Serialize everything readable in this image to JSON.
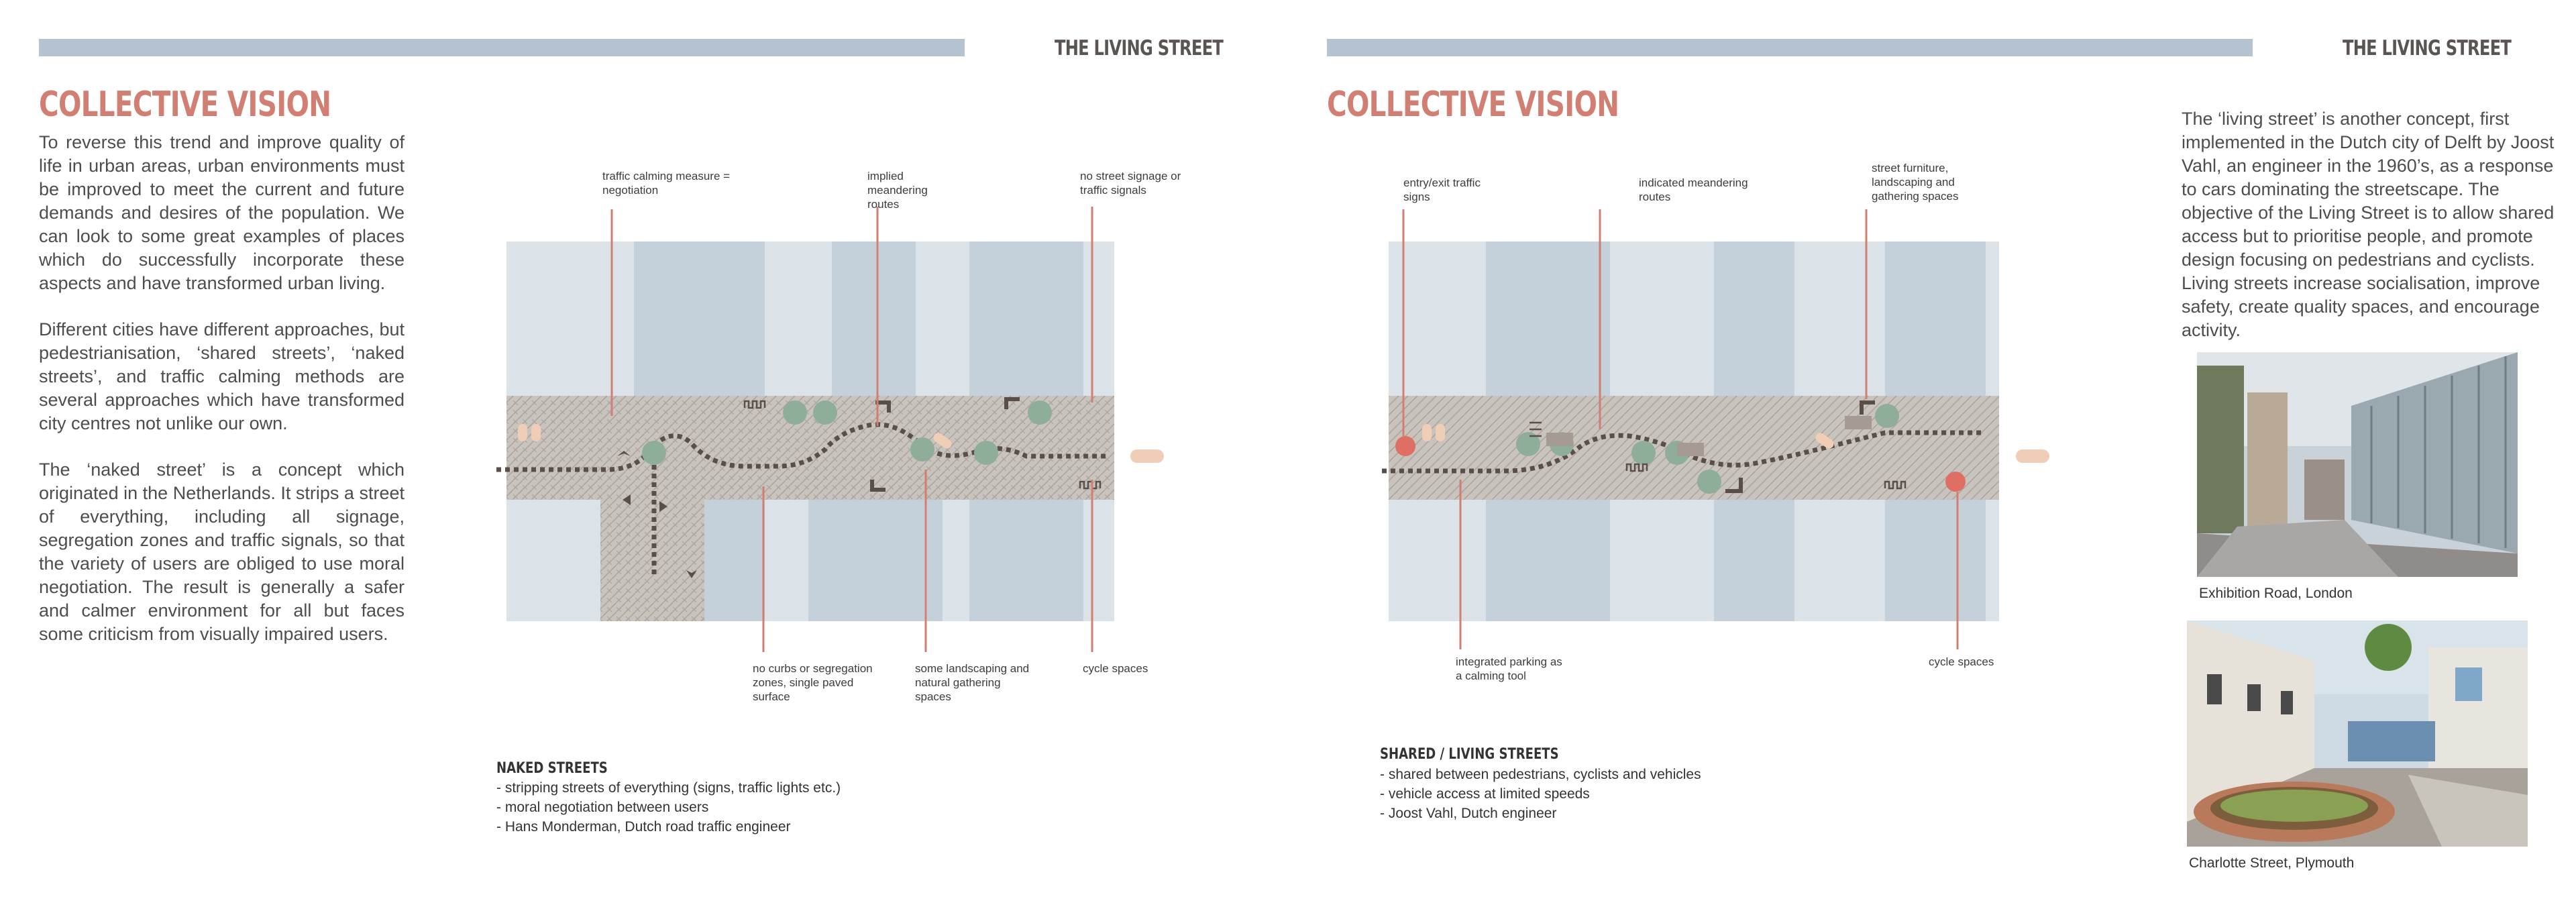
{
  "left_page": {
    "header": "THE LIVING STREET",
    "title": "COLLECTIVE VISION",
    "paragraphs": [
      "To reverse this trend and improve quality of life in urban areas, urban environments must be improved to meet the current and future demands and desires of the population. We can look to some great examples of places which do successfully incorporate these aspects and have transformed urban living.",
      "Different cities have different approaches, but pedestrianisation, ‘shared streets’, ‘naked streets’, and traffic calming methods are several approaches which have transformed city centres not unlike our own.",
      "The ‘naked street’ is a concept which originated in the Netherlands. It strips a street of everything, including all signage, segregation zones and traffic signals, so that the variety of users are obliged to use moral negotiation. The result is generally a safer and calmer environment for all but faces some criticism from visually impaired users."
    ],
    "diagram_labels": {
      "top_1": "traffic calming measure = negotiation",
      "top_2": "implied meandering routes",
      "top_3": "no street signage or traffic signals",
      "bottom_1": "no curbs or segregation zones, single paved surface",
      "bottom_2": "some landscaping and natural gathering spaces",
      "bottom_3": "cycle spaces"
    },
    "note_title": "NAKED STREETS",
    "note_items": [
      "- stripping streets of everything (signs, traffic lights etc.)",
      "- moral negotiation between users",
      "- Hans Monderman, Dutch road traffic engineer"
    ]
  },
  "right_page": {
    "header": "THE LIVING STREET",
    "title": "COLLECTIVE VISION",
    "paragraph": "The ‘living street’ is another concept, first implemented in the Dutch city of Delft by Joost Vahl, an engineer in the 1960’s, as a response to cars dominating the streetscape. The objective of the Living Street is to allow shared access but to prioritise people, and promote design focusing on pedestrians and cyclists. Living streets increase socialisation, improve safety, create quality spaces, and encourage activity.",
    "diagram_labels": {
      "top_1": "entry/exit traffic signs",
      "top_2": "indicated meandering routes",
      "top_3": "street furniture, landscaping and gathering spaces",
      "bottom_1": "integrated parking as a calming tool",
      "bottom_2": "cycle spaces"
    },
    "note_title": "SHARED / LIVING STREETS",
    "note_items": [
      "- shared between pedestrians, cyclists and vehicles",
      "- vehicle access at limited speeds",
      "- Joost Vahl, Dutch engineer"
    ],
    "photo_captions": [
      "Exhibition Road, London",
      "Charlotte Street, Plymouth"
    ]
  },
  "colors": {
    "accent": "#d27f73",
    "header_bar": "#b4c3cf",
    "pavement": "#c9c3bd",
    "tree": "#8fae9a",
    "stripe_light": "#dbe3e8",
    "stripe_dark": "#c4d0da"
  }
}
